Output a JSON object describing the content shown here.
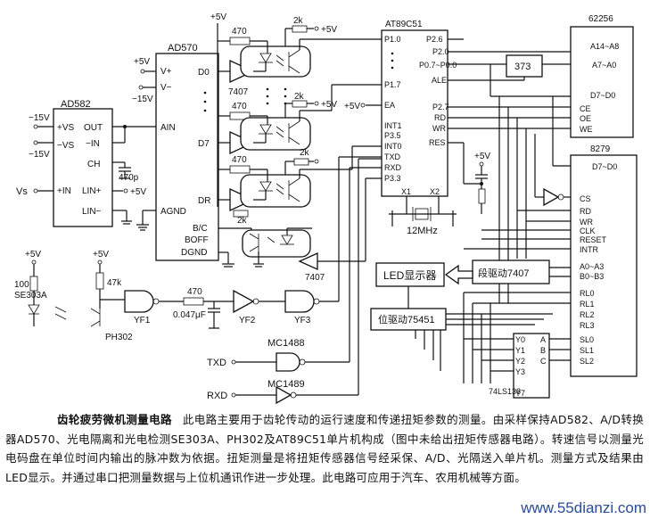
{
  "ics": {
    "ad582": "AD582",
    "ad570": "AD570",
    "at89c51": "AT89C51",
    "ram62256": "62256",
    "kbd8279": "8279",
    "latch373": "373",
    "dec74ls138": "74LS138",
    "seg_driver": "段驱动7407",
    "digit_driver": "位驱动75451",
    "led_display": "LED显示器",
    "mc1488": "MC1488",
    "mc1489": "MC1489"
  },
  "ad582_pins": {
    "pos_vs": "+VS",
    "neg_vs": "−VS",
    "in": "+IN",
    "out": "OUT",
    "neg_in": "−IN",
    "ch": "CH",
    "lin_p": "LIN+",
    "lin_n": "LIN−"
  },
  "ad570_pins": {
    "vp": "V+",
    "vm": "V−",
    "ain": "AIN",
    "agnd": "AGND",
    "d0": "D0",
    "d7": "D7",
    "dr": "DR",
    "bc": "B/C",
    "boff": "BOFF",
    "dgnd": "DGND",
    "dots": "·"
  },
  "mcu_pins": {
    "p10": "P1.0",
    "p17": "P1.7",
    "ea": "EA",
    "int1": "INT1",
    "p35": "P3.5",
    "int0": "INT0",
    "txd": "TXD",
    "rxd": "RXD",
    "p33": "P3.3",
    "p26": "P2.6",
    "p20": "P2.0",
    "p07p00": "P0.7~P0.0",
    "ale": "ALE",
    "p27": "P2.7",
    "rd": "RD",
    "wr": "WR",
    "res": "RES",
    "x1": "X1",
    "x2": "X2"
  },
  "ram_pins": {
    "a14": "A14~A8",
    "a7": "A7~A0",
    "d7": "D7~D0",
    "ce": "CE",
    "oe": "OE",
    "we": "WE"
  },
  "kbd_pins": {
    "d7": "D7~D0",
    "cs": "CS",
    "rd": "RD",
    "wr": "WR",
    "clk": "CLK",
    "reset": "RESET",
    "intr": "INTR",
    "a0a3": "A0~A3",
    "b0b3": "B0~B3",
    "rl0": "RL0",
    "rl1": "RL1",
    "rl2": "RL2",
    "rl3": "RL3",
    "sl0": "SL0",
    "sl1": "SL1",
    "sl2": "SL2"
  },
  "dec_pins": {
    "y0": "Y0",
    "y1": "Y1",
    "y2": "Y2",
    "y3": "Y3",
    "y7": "Y7",
    "a": "A",
    "b": "B",
    "c": "C"
  },
  "parts": {
    "r470a": "470",
    "r470b": "470",
    "r470c": "470",
    "r470d": "470",
    "r2k_a": "2k",
    "r2k_b": "2k",
    "r2k_c": "2k",
    "r2k_d": "2k",
    "r100": "100",
    "r47k": "47k",
    "cap470p": "470p",
    "cap0047": "0.047μF",
    "b7407a": "7407",
    "b7407b": "7407",
    "crystal": "12MHz",
    "se303a": "SE303A",
    "ph302": "PH302",
    "yf1": "YF1",
    "yf2": "YF2",
    "yf3": "YF3"
  },
  "power": {
    "p5v": "+5V",
    "m15v": "−15V",
    "p15v": "+5V"
  },
  "signals": {
    "vs": "Vs",
    "txd": "TXD",
    "rxd": "RXD"
  },
  "caption": {
    "title": "齿轮疲劳微机测量电路",
    "body": "此电路主要用于齿轮传动的运行速度和传递扭矩参数的测量。由采样保持AD582、A/D转换器AD570、光电隔离和光电检测SE303A、PH302及AT89C51单片机构成（图中未给出扭矩传感器电路）。转速信号以测量光电码盘在单位时间内输出的脉冲数为依据。扭矩测量是将扭矩传感器信号经采保、A/D、光隔送入单片机。测量方式及结果由LED显示。并通过串口把测量数据与上位机通讯作进一步处理。此电路可应用于汽车、农用机械等方面。"
  },
  "watermark": "www.55dianzi.com"
}
